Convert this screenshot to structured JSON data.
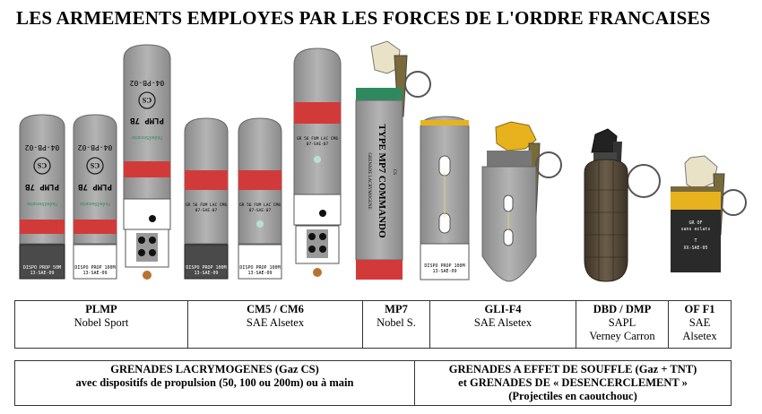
{
  "title": "LES ARMEMENTS EMPLOYES PAR LES FORCES DE L'ORDRE FRANCAISES",
  "colors": {
    "body": "#9c9c9c",
    "red": "#d23a3a",
    "green": "#2e8a5e",
    "yellow": "#e8b21e",
    "dark": "#4a4a4a"
  },
  "art_text": {
    "plmp_serial": "04-PB-02",
    "plmp_cs": "CS",
    "plmp_model": "PLMP 7B",
    "plmp_maker": "NobelSecurite",
    "plmp_disp": "DISPO PROP 50M",
    "plmp_lot": "13-SAE-09",
    "plmp2_disp": "DISPO PROP 100M",
    "cm_batch": "GR 56 FUM LAC CM6",
    "cm_lot": "07-SAE-07",
    "cm_disp": "DISPO PROP 100M",
    "cm_lot2": "13-SAE-09",
    "mp7_big": "TYPE MP7 COMMANDO",
    "mp7_small": "GRENADE LACRYMOGENE",
    "mp7_cs": "CS",
    "gli_disp": "DISPO PROP 100M",
    "gli_lot": "13-SAE-09",
    "of_lines": [
      "GR OF",
      "sans eclats",
      "T",
      "XX-SAE-05"
    ]
  },
  "table1": [
    {
      "name": "PLMP",
      "maker": [
        "Nobel Sport"
      ]
    },
    {
      "name": "CM5 / CM6",
      "maker": [
        "SAE Alsetex"
      ]
    },
    {
      "name": "MP7",
      "maker": [
        "Nobel S."
      ]
    },
    {
      "name": "GLI-F4",
      "maker": [
        "SAE Alsetex"
      ]
    },
    {
      "name": "DBD / DMP",
      "maker": [
        "SAPL",
        "Verney Carron"
      ]
    },
    {
      "name": "OF F1",
      "maker": [
        "SAE Alsetex"
      ]
    }
  ],
  "table2": {
    "left": [
      "GRENADES LACRYMOGENES (Gaz CS)",
      "avec dispositifs de propulsion (50, 100 ou 200m) ou à main"
    ],
    "right": [
      "GRENADES A EFFET DE SOUFFLE (Gaz + TNT)",
      "et GRENADES DE « DESENCERCLEMENT »",
      "(Projectiles en caoutchouc)"
    ]
  }
}
